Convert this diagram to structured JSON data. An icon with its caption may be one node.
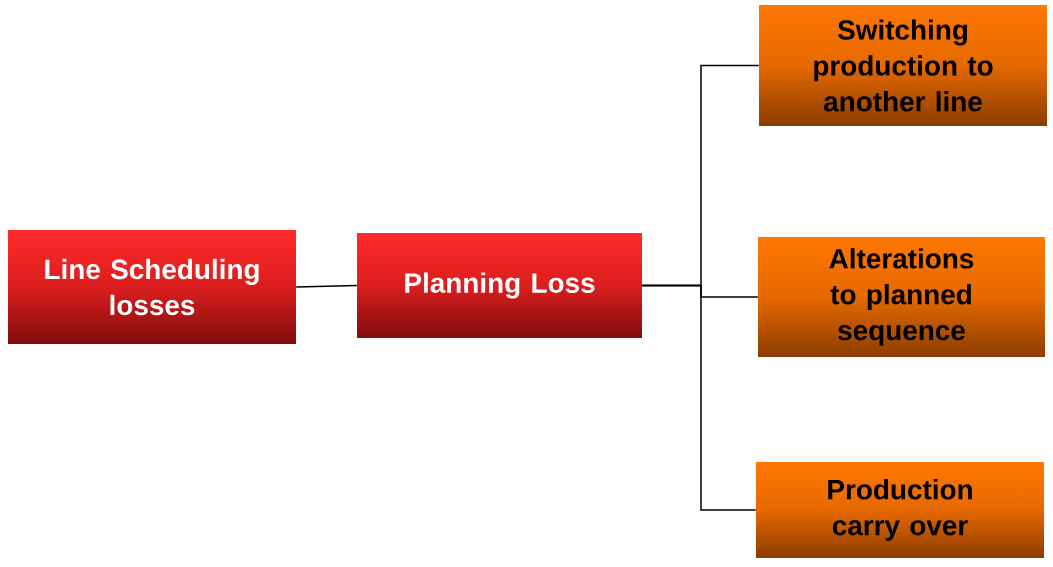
{
  "diagram": {
    "nodes": [
      {
        "text": [
          "Line Scheduling losses"
        ]
      },
      {
        "text": [
          "Planning Loss"
        ]
      },
      {
        "text": [
          "Switching production to another line"
        ]
      },
      {
        "text": [
          "Alterations to planned sequence"
        ]
      },
      {
        "text": [
          "Production carry over"
        ]
      }
    ],
    "edges": [
      {
        "from": 0,
        "to": 1,
        "arrow": "none"
      },
      {
        "from": 1,
        "to": 2,
        "arrow": "none"
      },
      {
        "from": 1,
        "to": 3,
        "arrow": "none"
      },
      {
        "from": 1,
        "to": 4,
        "arrow": "none"
      }
    ]
  }
}
